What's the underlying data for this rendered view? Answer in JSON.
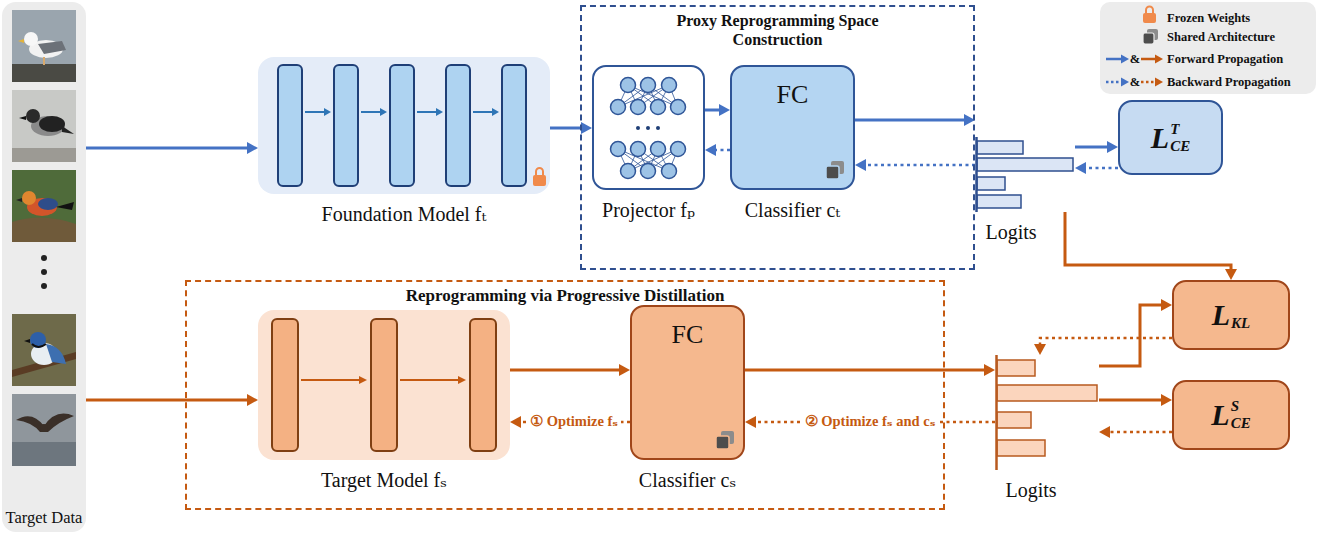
{
  "diagram": {
    "nodes": [
      {
        "text": [
          "Target Data"
        ]
      },
      {
        "text": [
          "Foundation Model fₜ"
        ]
      },
      {
        "text": [
          "Proxy Reprogramming Space Construction"
        ]
      },
      {
        "text": [
          "Projector fₚ"
        ],
        "in": 2
      },
      {
        "text": [
          "FC",
          "Classifier cₜ"
        ],
        "in": 2
      },
      {
        "text": [
          "Logits"
        ]
      },
      {
        "text": [
          "L",
          "CE",
          "T"
        ]
      },
      {
        "text": [
          "Reprogramming via Progressive Distillation"
        ]
      },
      {
        "text": [
          "Target Model fₛ"
        ],
        "in": 7
      },
      {
        "text": [
          "FC",
          "Classifier cₛ"
        ],
        "in": 7
      },
      {
        "text": [
          "Logits"
        ]
      },
      {
        "text": [
          "L",
          "KL"
        ]
      },
      {
        "text": [
          "L",
          "CE",
          "S"
        ]
      }
    ],
    "edges": [
      {
        "from": 0,
        "to": 1,
        "arrow": "to"
      },
      {
        "from": 0,
        "to": 8,
        "arrow": "to"
      },
      {
        "from": 1,
        "to": 3,
        "arrow": "to"
      },
      {
        "from": 3,
        "to": 4,
        "arrow": "to"
      },
      {
        "from": 4,
        "to": 3,
        "arrow": "to"
      },
      {
        "from": 4,
        "to": 5,
        "arrow": "to"
      },
      {
        "from": 5,
        "to": 4,
        "arrow": "to"
      },
      {
        "from": 5,
        "to": 6,
        "arrow": "to"
      },
      {
        "from": 6,
        "to": 5,
        "arrow": "to"
      },
      {
        "from": 5,
        "to": 11,
        "arrow": "to"
      },
      {
        "from": 8,
        "to": 9,
        "arrow": "to"
      },
      {
        "from": 9,
        "to": 8,
        "arrow": "to",
        "label": "① Optimize fₛ"
      },
      {
        "from": 9,
        "to": 10,
        "arrow": "to"
      },
      {
        "from": 10,
        "to": 9,
        "arrow": "to",
        "label": "② Optimize fₛ and cₛ"
      },
      {
        "from": 10,
        "to": 11,
        "arrow": "to"
      },
      {
        "from": 11,
        "to": 10,
        "arrow": "to"
      },
      {
        "from": 10,
        "to": 12,
        "arrow": "to"
      },
      {
        "from": 12,
        "to": 10,
        "arrow": "to"
      }
    ],
    "labels": [
      "&",
      "&"
    ],
    "legend": [
      {
        "text": "Frozen Weights"
      },
      {
        "text": "Shared Architecture"
      },
      {
        "text": "Forward Propagation"
      },
      {
        "text": "Backward Propagation"
      }
    ]
  }
}
